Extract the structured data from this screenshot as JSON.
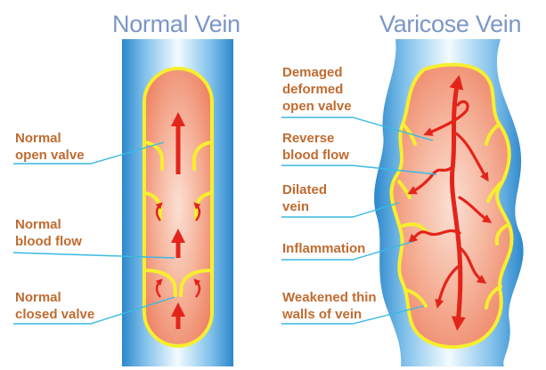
{
  "titles": {
    "normal": "Normal Vein",
    "varicose": "Varicose Vein"
  },
  "labels": {
    "normal_open_valve": [
      "Normal",
      "open valve"
    ],
    "normal_blood_flow": [
      "Normal",
      "blood flow"
    ],
    "normal_closed_valve": [
      "Normal",
      "closed valve"
    ],
    "damaged_valve": [
      "Demaged",
      "deformed",
      "open valve"
    ],
    "reverse_flow": [
      "Reverse",
      "blood flow"
    ],
    "dilated_vein": [
      "Dilated",
      "vein"
    ],
    "inflammation": [
      "Inflammation"
    ],
    "weakened_walls": [
      "Weakened thin",
      "walls of vein"
    ]
  },
  "colors": {
    "title": "#7b96c7",
    "label": "#c06b2f",
    "leader_line": "#39b9e3",
    "vein_wall": "#f7ee2f",
    "vein_interior": "#f3a484",
    "arrow": "#e3241b"
  }
}
